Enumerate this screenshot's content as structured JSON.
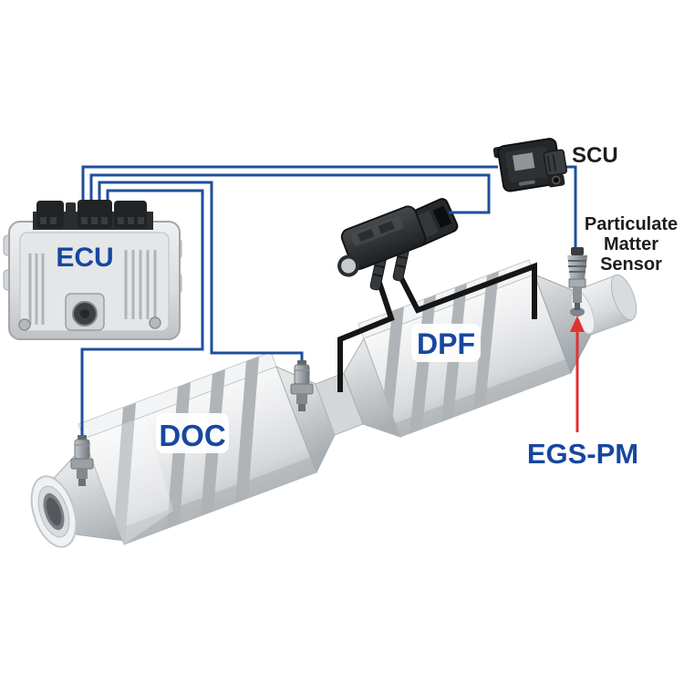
{
  "diagram": {
    "background": "#ffffff",
    "colors": {
      "label_blue": "#17479e",
      "text_black": "#1d1d1f",
      "wire_blue": "#1e4f9b",
      "hose_black": "#161616",
      "arrow_red": "#e03131",
      "tag_white": "#ffffff"
    },
    "labels": {
      "ecu": "ECU",
      "scu": "SCU",
      "pm_line1": "Particulate",
      "pm_line2": "Matter",
      "pm_line3": "Sensor",
      "doc": "DOC",
      "dpf": "DPF",
      "egs_pm": "EGS-PM"
    }
  }
}
